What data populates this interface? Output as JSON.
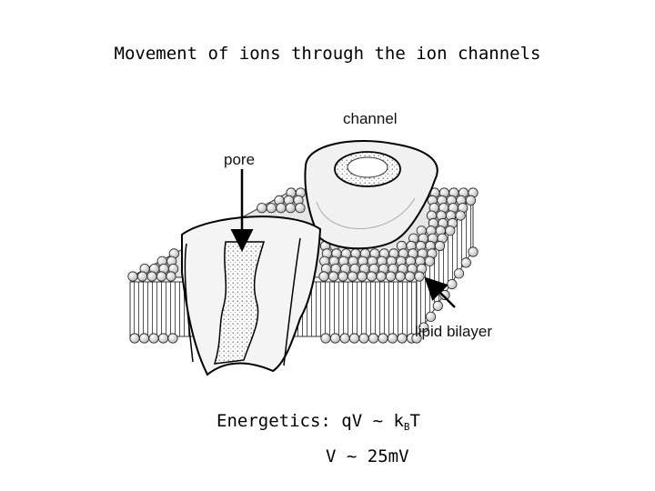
{
  "title": "Movement of ions through the ion channels",
  "diagram": {
    "labels": {
      "channel": "channel",
      "pore": "pore",
      "lipid_bilayer": "lipid bilayer"
    }
  },
  "equations": {
    "energetics_prefix": "Energetics: qV ~ k",
    "energetics_subscript": "B",
    "energetics_suffix": "T",
    "voltage": "V ~ 25mV"
  },
  "colors": {
    "ink": "#000000",
    "background": "#ffffff"
  }
}
